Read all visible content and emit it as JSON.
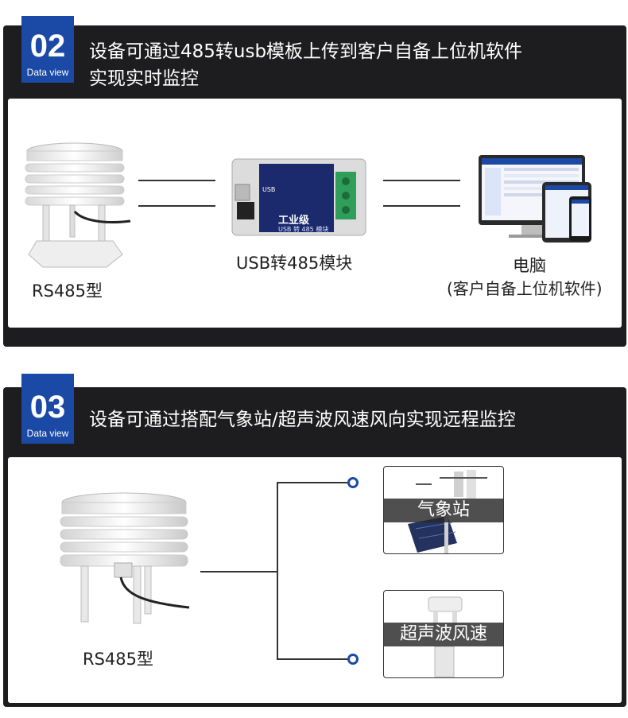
{
  "section1": {
    "badge": {
      "number": "02",
      "subtitle": "Data view"
    },
    "heading_line1": "设备可通过485转usb模板上传到客户自备上位机软件",
    "heading_line2": "实现实时监控",
    "sensor_label": "RS485型",
    "module": {
      "label": "USB转485模块",
      "plate_text": "工业级",
      "plate_sub": "USB 转 485 模块",
      "port_text": "USB"
    },
    "computer": {
      "label": "电脑",
      "sublabel": "(客户自备上位机软件)"
    }
  },
  "section2": {
    "badge": {
      "number": "03",
      "subtitle": "Data view"
    },
    "heading": "设备可通过搭配气象站/超声波风速风向实现远程监控",
    "sensor_label": "RS485型",
    "options": [
      {
        "label": "气象站"
      },
      {
        "label": "超声波风速"
      }
    ]
  },
  "colors": {
    "badge": "#1b4aa6",
    "panel": "#1d1d1f",
    "module_plate": "#1a2a6c",
    "terminal": "#2f9e5a",
    "connector_dot": "#1b4aa6"
  }
}
